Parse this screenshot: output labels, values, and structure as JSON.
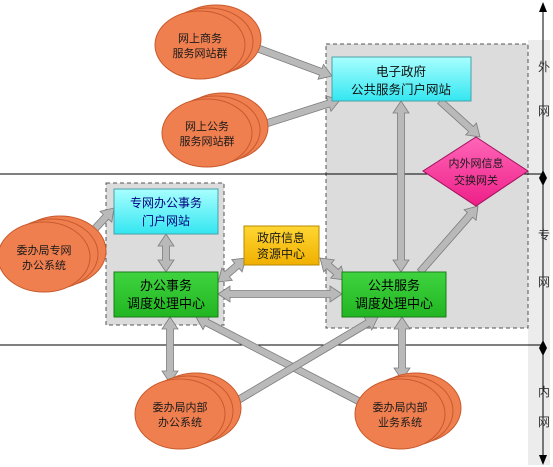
{
  "zones": {
    "outer": [
      "外",
      "网"
    ],
    "private": [
      "专",
      "网"
    ],
    "inner": [
      "内",
      "网"
    ]
  },
  "clusters": {
    "business_sites": [
      "网上商务",
      "服务网站群"
    ],
    "public_sites": [
      "网上公务",
      "服务网站群"
    ],
    "bureau_private_office": [
      "委办局专网",
      "办公系统"
    ],
    "bureau_internal_office": [
      "委办局内部",
      "办公系统"
    ],
    "bureau_internal_business": [
      "委办局内部",
      "业务系统"
    ]
  },
  "nodes": {
    "egov_portal": [
      "电子政府",
      "公共服务门户网站"
    ],
    "gateway": [
      "内外网信息",
      "交换网关"
    ],
    "private_office_portal": [
      "专网办公事务",
      "门户网站"
    ],
    "gov_info_center": [
      "政府信息",
      "资源中心"
    ],
    "office_dispatch": [
      "办公事务",
      "调度处理中心"
    ],
    "public_dispatch": [
      "公共服务",
      "调度处理中心"
    ]
  },
  "colors": {
    "ellipse_fill": "#f07f50",
    "ellipse_stroke": "#c85a2c",
    "cyan": "#66ffff",
    "green": "#33cc33",
    "yellow": "#ffcc00",
    "magenta": "#ff3399",
    "arrow": "#aaaaaa"
  }
}
